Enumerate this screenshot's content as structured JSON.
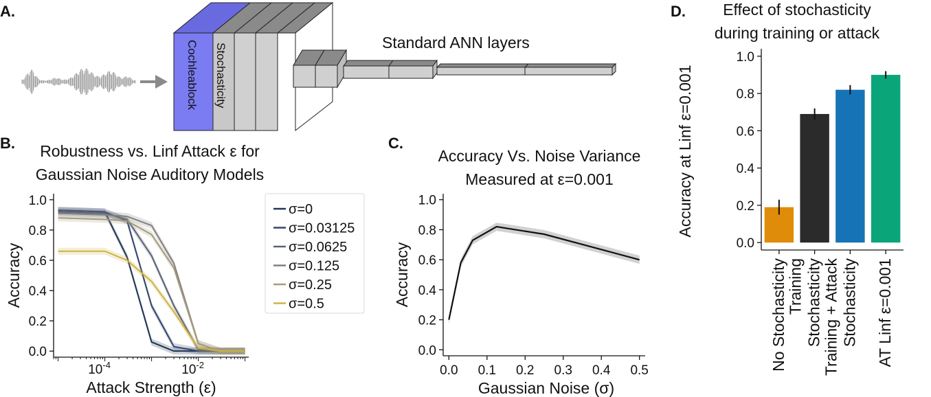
{
  "panels": {
    "a": {
      "letter": "A.",
      "block_labels": [
        "Cochleablock",
        "Stochasticity"
      ],
      "ann_label": "Standard ANN layers",
      "colors": {
        "cochlea": "#7b7bf2",
        "stochastic": "#c8c8c8",
        "layer": "#d0d0d0",
        "layer_top": "#8a8a8a"
      },
      "icons": [
        "waveform-icon",
        "arrow-right-icon"
      ]
    },
    "b": {
      "letter": "B.",
      "title_lines": [
        "Robustness vs. Linf Attack ε for",
        "Gaussian Noise Auditory Models"
      ]
    },
    "c": {
      "letter": "C.",
      "title_lines": [
        "Accuracy Vs. Noise Variance",
        "Measured at ε=0.001"
      ]
    },
    "d": {
      "letter": "D.",
      "title_lines": [
        "Effect of stochasticity",
        "during training or attack"
      ]
    }
  },
  "chart_data": [
    {
      "id": "b",
      "type": "line",
      "title": "Robustness vs. Linf Attack ε for Gaussian Noise Auditory Models",
      "xlabel": "Attack Strength (ε)",
      "ylabel": "Accuracy",
      "xscale": "log",
      "xlim": [
        8e-06,
        0.12
      ],
      "ylim": [
        -0.04,
        1.04
      ],
      "yticks": [
        "0.0",
        "0.2",
        "0.4",
        "0.6",
        "0.8",
        "1.0"
      ],
      "xticks": [
        {
          "value": 0.0001,
          "base": "10",
          "exp": "-4"
        },
        {
          "value": 0.01,
          "base": "10",
          "exp": "-2"
        }
      ],
      "legend": "right-outside",
      "x": [
        1e-05,
        0.0001,
        0.0003,
        0.001,
        0.003,
        0.01,
        0.03,
        0.1
      ],
      "series": [
        {
          "name": "σ=0",
          "color": "#1f3552",
          "values": [
            0.93,
            0.92,
            0.62,
            0.06,
            0.0,
            0.0,
            0.0,
            0.0
          ]
        },
        {
          "name": "σ=0.03125",
          "color": "#34456d",
          "values": [
            0.93,
            0.92,
            0.86,
            0.3,
            0.03,
            0.0,
            0.0,
            0.0
          ]
        },
        {
          "name": "σ=0.0625",
          "color": "#5a6275",
          "values": [
            0.92,
            0.91,
            0.87,
            0.63,
            0.3,
            0.01,
            0.0,
            0.0
          ]
        },
        {
          "name": "σ=0.125",
          "color": "#808080",
          "values": [
            0.91,
            0.9,
            0.89,
            0.83,
            0.58,
            0.05,
            0.0,
            0.0
          ]
        },
        {
          "name": "σ=0.25",
          "color": "#a39b7c",
          "values": [
            0.88,
            0.87,
            0.86,
            0.77,
            0.55,
            0.05,
            0.0,
            0.0
          ]
        },
        {
          "name": "σ=0.5",
          "color": "#cdb346",
          "values": [
            0.66,
            0.66,
            0.6,
            0.46,
            0.26,
            0.02,
            0.0,
            0.0
          ]
        }
      ]
    },
    {
      "id": "c",
      "type": "line",
      "title": "Accuracy Vs. Noise Variance Measured at ε=0.001",
      "xlabel": "Gaussian Noise (σ)",
      "ylabel": "Accuracy",
      "xlim": [
        -0.015,
        0.515
      ],
      "ylim": [
        -0.04,
        1.04
      ],
      "xticks": [
        "0.0",
        "0.1",
        "0.2",
        "0.3",
        "0.4",
        "0.5"
      ],
      "yticks": [
        "0.0",
        "0.2",
        "0.4",
        "0.6",
        "0.8",
        "1.0"
      ],
      "series": [
        {
          "color": "#111111",
          "x": [
            0.0,
            0.03125,
            0.0625,
            0.125,
            0.25,
            0.5
          ],
          "values": [
            0.2,
            0.58,
            0.73,
            0.82,
            0.77,
            0.6
          ]
        }
      ]
    },
    {
      "id": "d",
      "type": "bar",
      "title": "Effect of stochasticity during training or attack",
      "xlabel": "",
      "ylabel": "Accuracy at Linf ε=0.001",
      "ylim": [
        -0.04,
        1.04
      ],
      "yticks": [
        "0.0",
        "0.2",
        "0.4",
        "0.6",
        "0.8",
        "1.0"
      ],
      "categories": [
        [
          "No Stochasticity"
        ],
        [
          "Training",
          "Stochasticity"
        ],
        [
          "Training + Attack",
          "Stochasticity"
        ],
        [
          "AT Linf ε=0.001"
        ]
      ],
      "values": [
        0.19,
        0.69,
        0.82,
        0.9
      ],
      "errors": [
        0.04,
        0.03,
        0.025,
        0.02
      ],
      "colors": [
        "#e08c0b",
        "#2b2b2b",
        "#1674b6",
        "#0ba57a"
      ]
    }
  ]
}
